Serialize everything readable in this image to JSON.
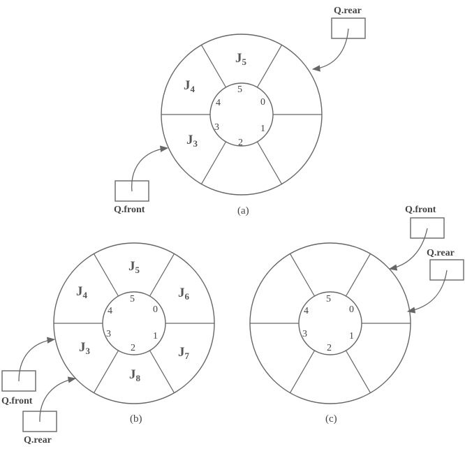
{
  "diagrams": [
    {
      "caption": "(a)",
      "indices": [
        "0",
        "1",
        "2",
        "3",
        "4",
        "5"
      ],
      "slots": [
        {
          "main": "",
          "sub": ""
        },
        {
          "main": "",
          "sub": ""
        },
        {
          "main": "J",
          "sub": "3"
        },
        {
          "main": "J",
          "sub": "4"
        },
        {
          "main": "J",
          "sub": "5"
        },
        {
          "main": "",
          "sub": ""
        }
      ],
      "pointers": [
        {
          "label": "Q.rear"
        },
        {
          "label": "Q.front"
        }
      ]
    },
    {
      "caption": "(b)",
      "indices": [
        "0",
        "1",
        "2",
        "3",
        "4",
        "5"
      ],
      "slots": [
        {
          "main": "J",
          "sub": "6"
        },
        {
          "main": "J",
          "sub": "7"
        },
        {
          "main": "J",
          "sub": "8"
        },
        {
          "main": "J",
          "sub": "3"
        },
        {
          "main": "J",
          "sub": "4"
        },
        {
          "main": "J",
          "sub": "5"
        }
      ],
      "pointers": [
        {
          "label": "Q.front"
        },
        {
          "label": "Q.rear"
        }
      ]
    },
    {
      "caption": "(c)",
      "indices": [
        "0",
        "1",
        "2",
        "3",
        "4",
        "5"
      ],
      "slots": [
        {
          "main": "",
          "sub": ""
        },
        {
          "main": "",
          "sub": ""
        },
        {
          "main": "",
          "sub": ""
        },
        {
          "main": "",
          "sub": ""
        },
        {
          "main": "",
          "sub": ""
        },
        {
          "main": "",
          "sub": ""
        }
      ],
      "pointers": [
        {
          "label": "Q.front"
        },
        {
          "label": "Q.rear"
        }
      ]
    }
  ]
}
